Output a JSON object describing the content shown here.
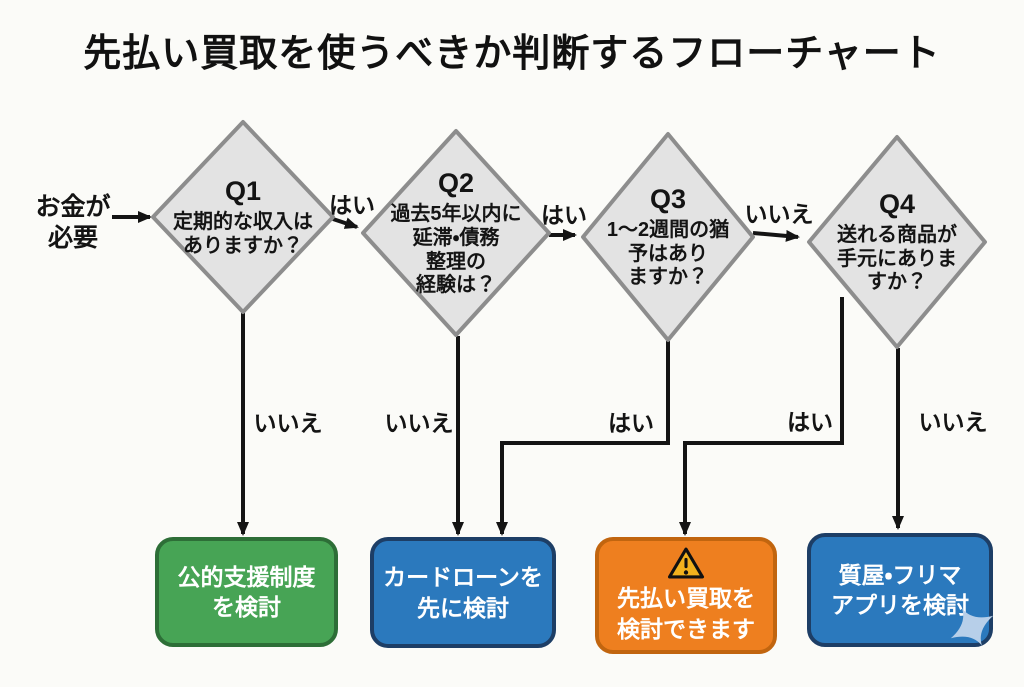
{
  "title": "先払い買取を使うべきか判断するフローチャート",
  "start": {
    "label": "お金が\n必要"
  },
  "nodes": [
    {
      "id": "q1",
      "label": "Q1",
      "question": "定期的な収入は\nありますか？"
    },
    {
      "id": "q2",
      "label": "Q2",
      "question": "過去5年以内に\n延滞・債務\n整理の\n経験は？"
    },
    {
      "id": "q3",
      "label": "Q3",
      "question": "1〜2週間の猶\n予はあり\nますか？"
    },
    {
      "id": "q4",
      "label": "Q4",
      "question": "送れる商品が\n手元にありま\nすか？"
    }
  ],
  "edges": {
    "q1_yes": "はい",
    "q1_no": "いいえ",
    "q2_yes": "はい",
    "q2_no": "いいえ",
    "q3_yes": "はい",
    "q3_no": "いいえ",
    "q4_yes": "はい",
    "q4_no": "いいえ"
  },
  "results": [
    {
      "id": "public-support",
      "text": "公的支援制度\nを検討",
      "fill": "#47a455",
      "border": "#2d6e37"
    },
    {
      "id": "card-loan",
      "text": "カードローンを\n先に検討",
      "fill": "#2b79bd",
      "border": "#1d3e66"
    },
    {
      "id": "advance-purchase",
      "text": "先払い買取を\n検討できます",
      "fill": "#ee7f1f",
      "border": "#c1650f",
      "icon": "warning-icon"
    },
    {
      "id": "pawn-flea-apps",
      "text": "質屋・フリマ\nアプリを検討",
      "fill": "#2b79bd",
      "border": "#1d3e66"
    }
  ],
  "colors": {
    "background": "#fbfbf8",
    "diamond_fill": "#e3e3e3",
    "diamond_stroke": "#8d8d8d",
    "arrow": "#141414",
    "text": "#141414",
    "warning_fill": "#f2b11d",
    "sparkle": "#b7cfe9"
  }
}
